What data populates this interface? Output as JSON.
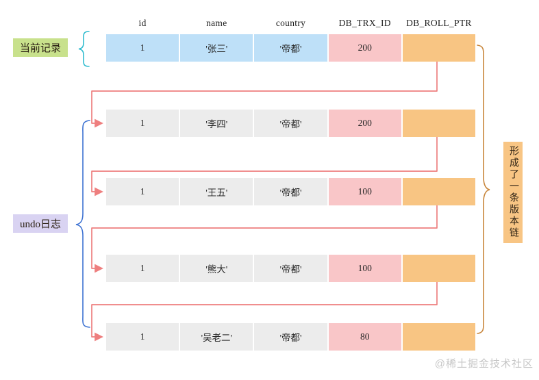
{
  "diagram": {
    "columns": [
      "id",
      "name",
      "country",
      "DB_TRX_ID",
      "DB_ROLL_PTR"
    ],
    "rows": [
      {
        "id": "1",
        "name": "'张三'",
        "country": "'帝都'",
        "db_trx_id": "200",
        "has_roll_ptr_dot": true,
        "current": true
      },
      {
        "id": "1",
        "name": "'李四'",
        "country": "'帝都'",
        "db_trx_id": "200",
        "has_roll_ptr_dot": true,
        "current": false
      },
      {
        "id": "1",
        "name": "'王五'",
        "country": "'帝都'",
        "db_trx_id": "100",
        "has_roll_ptr_dot": true,
        "current": false
      },
      {
        "id": "1",
        "name": "'熊大'",
        "country": "'帝都'",
        "db_trx_id": "100",
        "has_roll_ptr_dot": true,
        "current": false
      },
      {
        "id": "1",
        "name": "'吴老二'",
        "country": "'帝都'",
        "db_trx_id": "80",
        "has_roll_ptr_dot": true,
        "current": false
      }
    ],
    "labels": {
      "current_record": "当前记录",
      "undo_log": "undo日志",
      "version_chain": "形成了一条版本链"
    },
    "watermark": "@稀土掘金技术社区",
    "colors": {
      "current_row_fill": "#bee0f8",
      "undo_row_fill": "#ececec",
      "trx_id_fill": "#f9c6c8",
      "roll_ptr_fill": "#f8c583",
      "current_label_bg": "#c8e18c",
      "undo_label_bg": "#d9d3f2",
      "version_chain_label_bg": "#f8c584",
      "arrow": "#ee7f7f",
      "dot": "#5f6b74",
      "current_brace": "#30bccf",
      "undo_brace": "#3d72d2",
      "version_chain_brace": "#c8863c",
      "watermark": "#c6c6c6"
    }
  }
}
